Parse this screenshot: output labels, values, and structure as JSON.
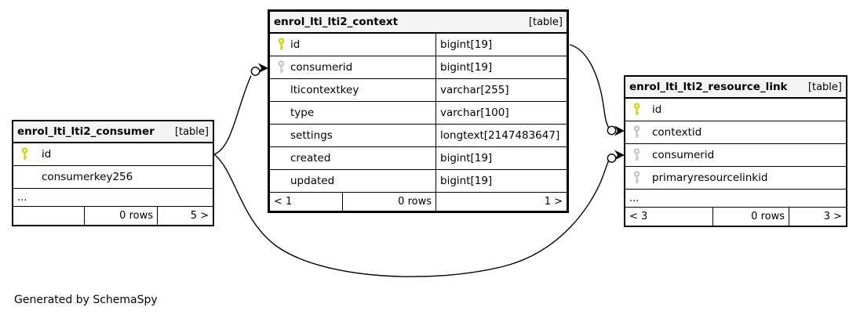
{
  "generated_by": "Generated by SchemaSpy",
  "colors": {
    "primary_key": "#d6d400",
    "foreign_key": "#c4c4c4",
    "header_bg": "#f4f4f4",
    "line": "#000000"
  },
  "tables": [
    {
      "title": "enrol_lti_lti2_consumer",
      "tag": "[table]",
      "columns": [
        {
          "name": "id",
          "key": "primary",
          "type": ""
        },
        {
          "name": "consumerkey256",
          "key": "none",
          "type": ""
        }
      ],
      "ellipsis": "...",
      "footer": {
        "prev": "",
        "rows": "0 rows",
        "next": "5 >"
      }
    },
    {
      "title": "enrol_lti_lti2_context",
      "tag": "[table]",
      "columns": [
        {
          "name": "id",
          "key": "primary",
          "type": "bigint[19]"
        },
        {
          "name": "consumerid",
          "key": "foreign",
          "type": "bigint[19]"
        },
        {
          "name": "lticontextkey",
          "key": "none",
          "type": "varchar[255]"
        },
        {
          "name": "type",
          "key": "none",
          "type": "varchar[100]"
        },
        {
          "name": "settings",
          "key": "none",
          "type": "longtext[2147483647]"
        },
        {
          "name": "created",
          "key": "none",
          "type": "bigint[19]"
        },
        {
          "name": "updated",
          "key": "none",
          "type": "bigint[19]"
        }
      ],
      "ellipsis": "",
      "footer": {
        "prev": "< 1",
        "rows": "0 rows",
        "next": "1 >"
      }
    },
    {
      "title": "enrol_lti_lti2_resource_link",
      "tag": "[table]",
      "columns": [
        {
          "name": "id",
          "key": "primary",
          "type": ""
        },
        {
          "name": "contextid",
          "key": "foreign",
          "type": ""
        },
        {
          "name": "consumerid",
          "key": "foreign",
          "type": ""
        },
        {
          "name": "primaryresourcelinkid",
          "key": "foreign",
          "type": ""
        }
      ],
      "ellipsis": "...",
      "footer": {
        "prev": "< 3",
        "rows": "0 rows",
        "next": "3 >"
      }
    }
  ],
  "relationships": [
    {
      "from": "enrol_lti_lti2_consumer.id",
      "to": "enrol_lti_lti2_context.consumerid"
    },
    {
      "from": "enrol_lti_lti2_context.id",
      "to": "enrol_lti_lti2_resource_link.contextid"
    },
    {
      "from": "enrol_lti_lti2_consumer.id",
      "to": "enrol_lti_lti2_resource_link.consumerid"
    }
  ]
}
